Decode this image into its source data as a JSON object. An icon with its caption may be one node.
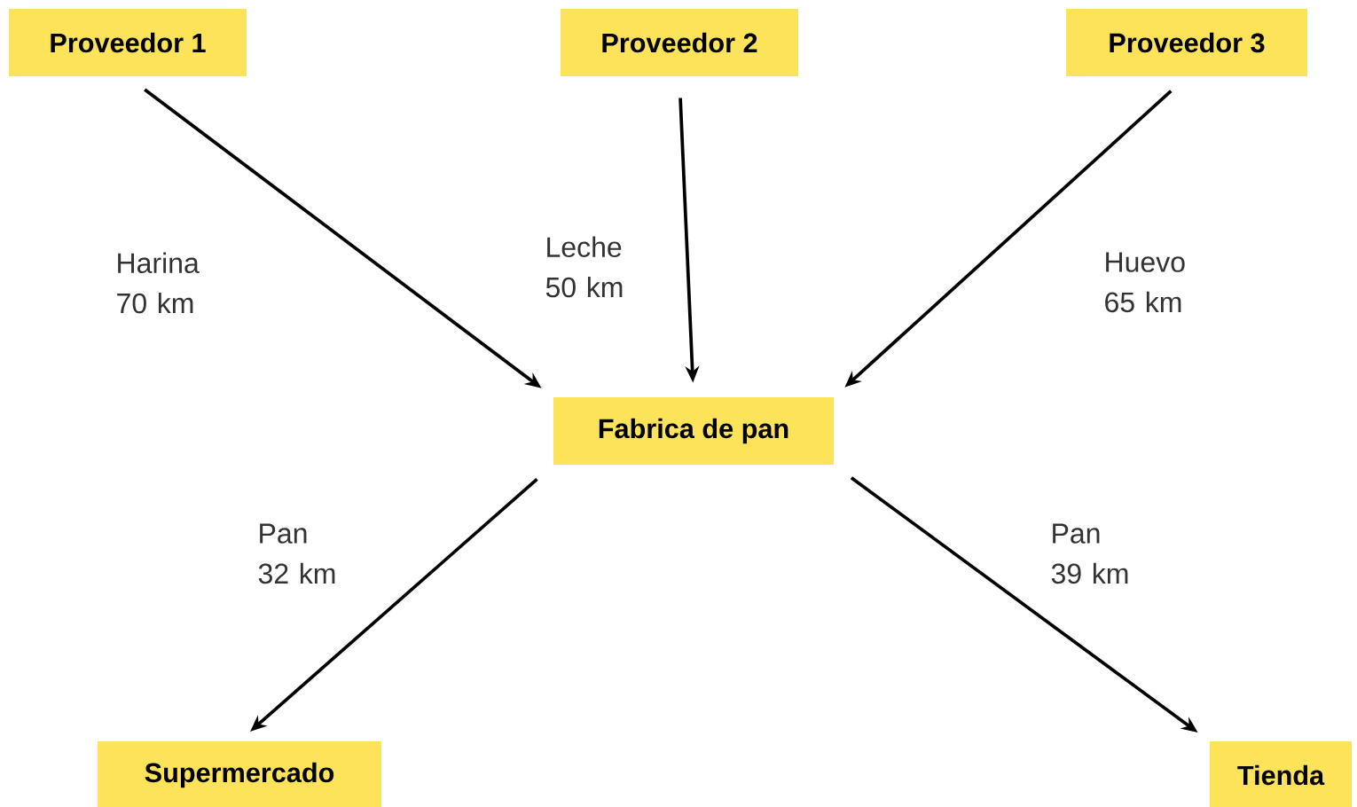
{
  "diagram": {
    "nodes": [
      {
        "text": [
          "Proveedor 1"
        ]
      },
      {
        "text": [
          "Proveedor 2"
        ]
      },
      {
        "text": [
          "Proveedor 3"
        ]
      },
      {
        "text": [
          "Fabrica de pan"
        ]
      },
      {
        "text": [
          "Supermercado"
        ]
      },
      {
        "text": [
          "Tienda"
        ]
      }
    ],
    "edges": [
      {
        "from": 0,
        "to": 3,
        "arrow": "to",
        "label": "Harina 70 km"
      },
      {
        "from": 1,
        "to": 3,
        "arrow": "to",
        "label": "Leche 50 km"
      },
      {
        "from": 2,
        "to": 3,
        "arrow": "to",
        "label": "Huevo 65 km"
      },
      {
        "from": 3,
        "to": 4,
        "arrow": "to",
        "label": "Pan 32 km"
      },
      {
        "from": 3,
        "to": 5,
        "arrow": "to",
        "label": "Pan 39 km"
      }
    ]
  }
}
